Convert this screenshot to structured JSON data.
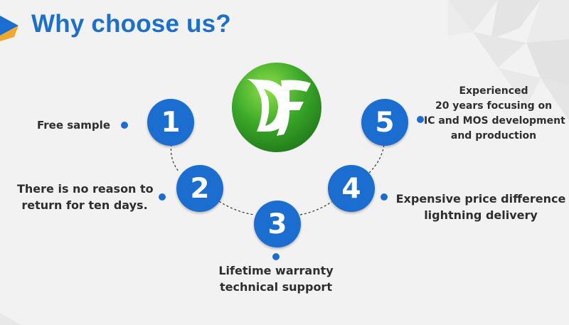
{
  "title": "Why choose us?",
  "brand": {
    "logo_text": "DF",
    "blue": "#1c6dd0",
    "title_blue": "#1e6fc8",
    "logo_green": "#3aa628"
  },
  "steps": [
    {
      "number": "1",
      "lines": [
        "Free sample"
      ]
    },
    {
      "number": "2",
      "lines": [
        "There is no reason to",
        "return for ten days."
      ]
    },
    {
      "number": "3",
      "lines": [
        "Lifetime warranty",
        "technical support"
      ]
    },
    {
      "number": "4",
      "lines": [
        "Expensive price difference",
        "lightning delivery"
      ]
    },
    {
      "number": "5",
      "lines": [
        "Experienced",
        "20 years focusing on",
        "IC and MOS development",
        "and production"
      ]
    }
  ]
}
